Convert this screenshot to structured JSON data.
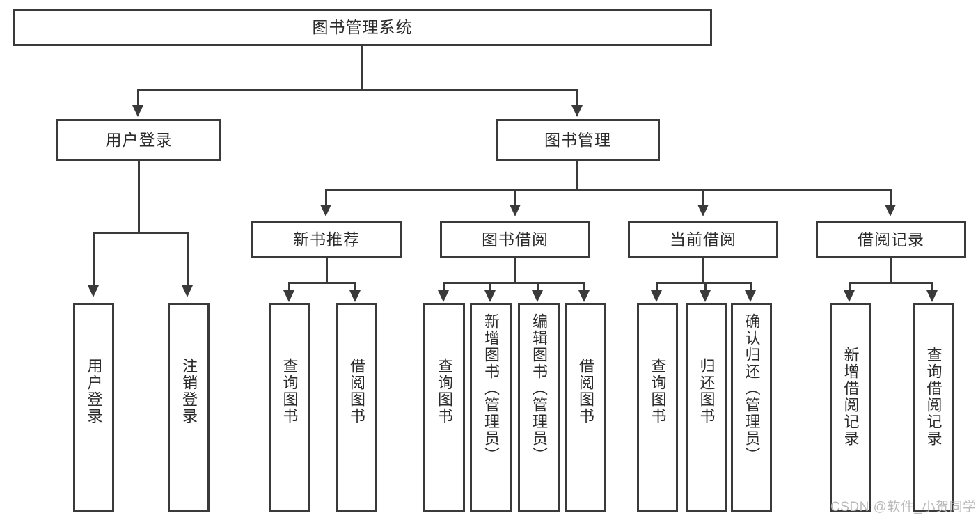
{
  "diagram": {
    "title_node": {
      "label": "图书管理系统"
    },
    "level1": [
      {
        "label": "用户登录"
      },
      {
        "label": "图书管理"
      }
    ],
    "level2": [
      {
        "label": "新书推荐"
      },
      {
        "label": "图书借阅"
      },
      {
        "label": "当前借阅"
      },
      {
        "label": "借阅记录"
      }
    ],
    "leaves": {
      "user_login": [
        {
          "label": "用户登录"
        },
        {
          "label": "注销登录"
        }
      ],
      "new_book_recommend": [
        {
          "label": "查询图书"
        },
        {
          "label": "借阅图书"
        }
      ],
      "book_borrow": [
        {
          "label": "查询图书"
        },
        {
          "label": "新增图书（管理员）"
        },
        {
          "label": "编辑图书（管理员）"
        },
        {
          "label": "借阅图书"
        }
      ],
      "current_borrow": [
        {
          "label": "查询图书"
        },
        {
          "label": "归还图书"
        },
        {
          "label": "确认归还（管理员）"
        }
      ],
      "borrow_record": [
        {
          "label": "新增借阅记录"
        },
        {
          "label": "查询借阅记录"
        }
      ]
    }
  },
  "watermark": {
    "text": "CSDN @软件_小贺同学"
  },
  "colors": {
    "line": "#3a3a3a",
    "text": "#2b2b2b",
    "background": "#ffffff",
    "watermark": "#b9b9b9"
  }
}
